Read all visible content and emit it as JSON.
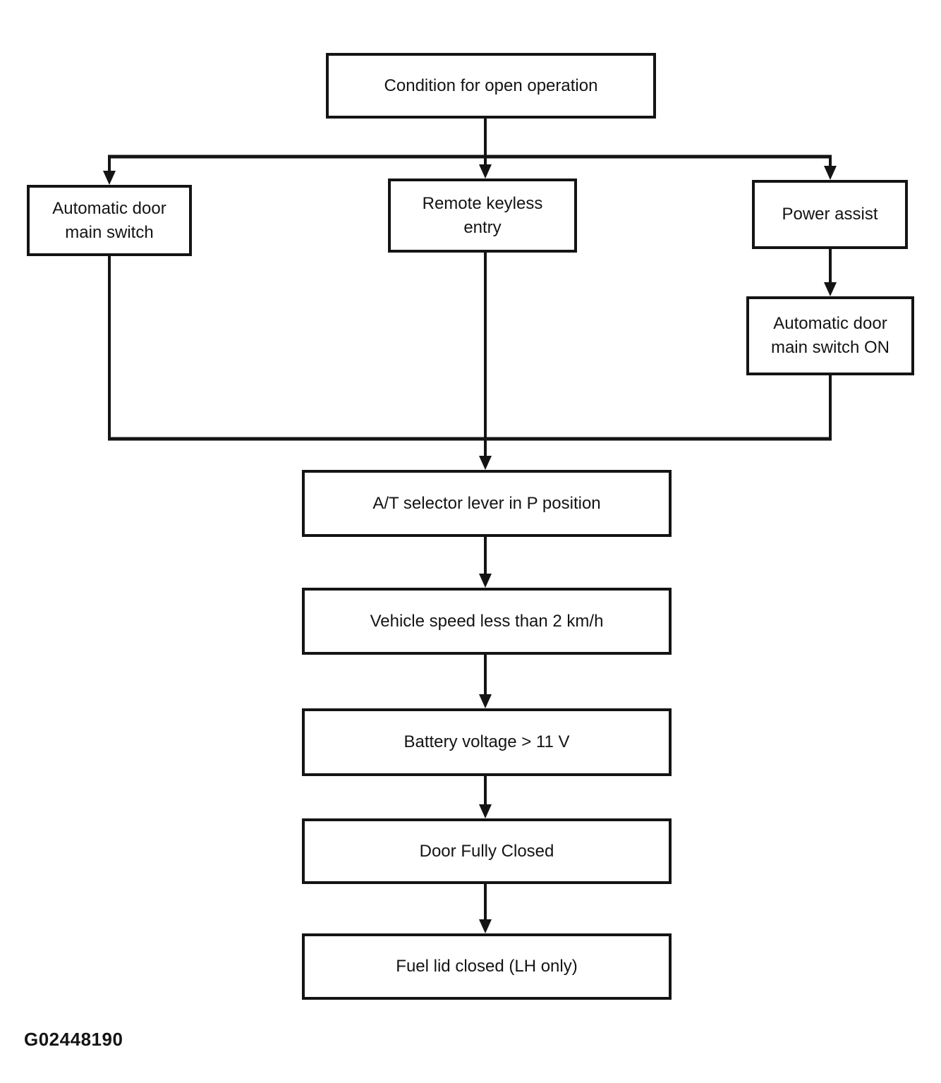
{
  "diagram": {
    "nodes": {
      "condition": "Condition for open operation",
      "auto_main_switch": "Automatic door\nmain switch",
      "remote_keyless": "Remote keyless\nentry",
      "power_assist": "Power assist",
      "auto_switch_on": "Automatic door\nmain switch ON",
      "at_selector": "A/T selector lever in P position",
      "vehicle_speed": "Vehicle speed less than 2 km/h",
      "battery_voltage": "Battery voltage > 11 V",
      "door_closed": "Door Fully Closed",
      "fuel_lid": "Fuel lid closed (LH only)"
    },
    "figure_id": "G02448190",
    "colors": {
      "line": "#141414",
      "background": "#ffffff"
    }
  }
}
